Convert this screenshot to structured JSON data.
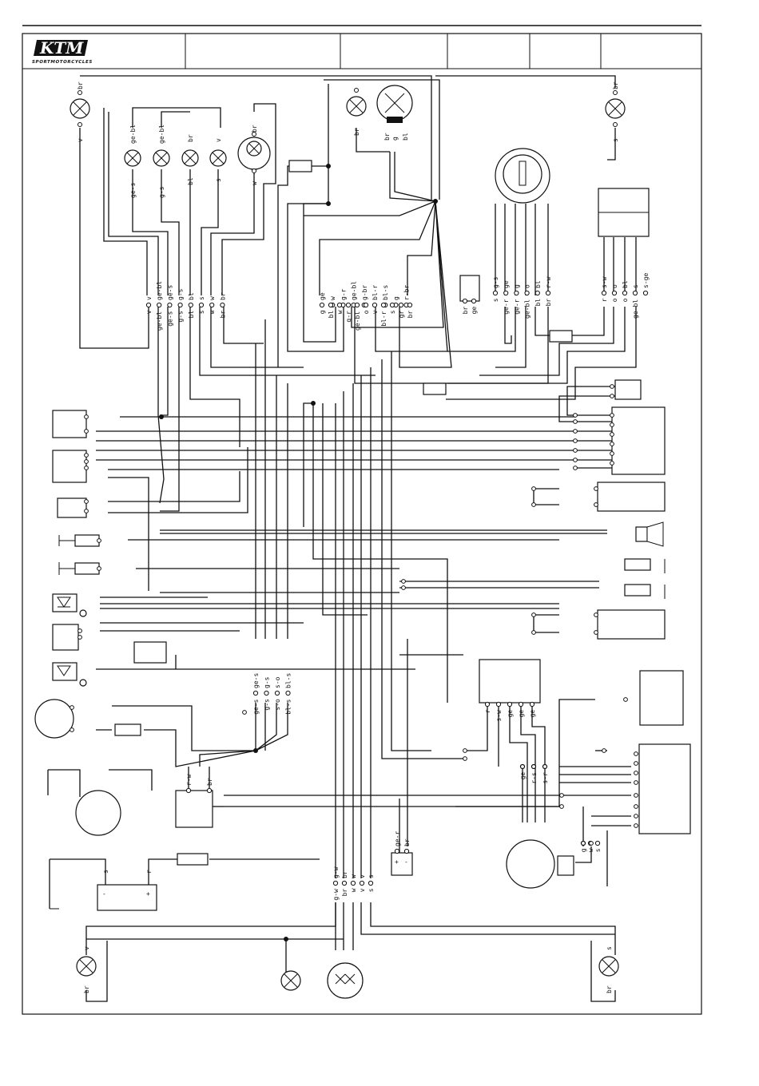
{
  "header": {
    "brand": "KTM",
    "brand_subtitle": "SPORTMOTORCYCLES"
  },
  "connectors": {
    "left_upper_top": [
      "v",
      "ge-bl",
      "ge-s",
      "g-s",
      "bl",
      "s",
      "w",
      "br"
    ],
    "left_upper_bottom": [
      "v",
      "ge-bl",
      "ge-s",
      "g-s",
      "bl",
      "s",
      "w",
      "br"
    ],
    "mid_upper_top": [
      "ge",
      "w",
      "g-r",
      "ge-bl",
      "g-br",
      "bl-r",
      "bl-s",
      "g",
      "r-br"
    ],
    "mid_upper_bottom": [
      "g",
      "bl",
      "w",
      "g-r",
      "ge-bl",
      "o",
      "v",
      "bl-r",
      "s",
      "gr",
      "br"
    ],
    "ignition_top": [
      "g-s",
      "ge",
      "g",
      "o",
      "bl",
      "r-w"
    ],
    "ignition_bottom": [
      "s",
      "ge-r",
      "ge-r",
      "ge-bl",
      "bl",
      "br"
    ],
    "relay_small": [
      "br",
      "ge"
    ],
    "right_top": [
      "s-w",
      "o",
      "bl",
      "s",
      "s-ge"
    ],
    "right_bottom": [
      "r",
      "o",
      "o",
      "ge-bl"
    ],
    "center_top": [
      "ge-s",
      "g-s",
      "s-o",
      "bl-s"
    ],
    "center_bottom": [
      "ge-s",
      "g-s",
      "s-o",
      "bl-s"
    ],
    "regulator_out": [
      "r",
      "s-w",
      "ge",
      "ge",
      "ge"
    ],
    "generator": [
      "ge",
      "r-s",
      "s-r"
    ],
    "ignition_coil": [
      "r-w",
      "br"
    ],
    "fuse_relay": [
      "ge-r",
      "br"
    ],
    "rear_connector_top": [
      "g-w",
      "br",
      "w",
      "v",
      "s"
    ],
    "rear_connector_bottom": [
      "g-w",
      "br",
      "w",
      "v",
      "s"
    ],
    "pickup": [
      "g",
      "w",
      "s"
    ]
  },
  "lamps": {
    "indicator_front_left": [
      "br",
      "v"
    ],
    "indicator_front_right": [
      "br",
      "s"
    ],
    "warning_lamps": [
      "ge-bl",
      "ge-bl",
      "br",
      "v",
      "br"
    ],
    "warning_lamps_bottom": [
      "ge-s",
      "g-s",
      "bl",
      "s",
      "w"
    ],
    "parking_lamp": "br",
    "headlight": [
      "br",
      "g",
      "bl"
    ],
    "indicator_rear_left": [
      "v",
      "br"
    ],
    "indicator_rear_right": [
      "s",
      "br"
    ]
  },
  "battery": {
    "neg": "-",
    "pos": "+",
    "neg_wire": "s",
    "pos_wire": "r"
  },
  "fuse_battery": {
    "neg": "+",
    "pos": "-"
  }
}
